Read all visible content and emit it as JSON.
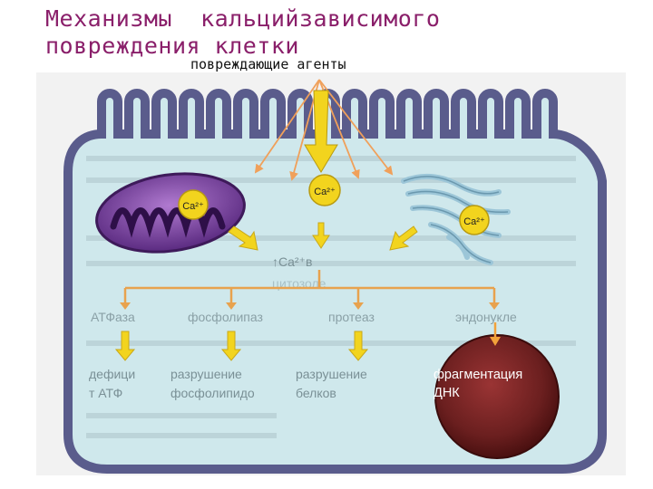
{
  "title": {
    "line1": "Механизмы  кальцийзависимого",
    "line2": "повреждения клетки"
  },
  "damaging_agents_label": "повреждающие агенты",
  "ions": [
    "Ca²⁺",
    "Ca²⁺",
    "Ca²⁺"
  ],
  "cytosol_label": "↑Ca²⁺в",
  "cytosol_label_line2": "цитозоле",
  "branches": [
    {
      "label": "АТФаза",
      "result_line1": "дефици",
      "result_line2": "т АТФ"
    },
    {
      "label": "фосфолипаз",
      "result_line1": "разрушение",
      "result_line2": "фосфолипидо"
    },
    {
      "label": "протеаз",
      "result_line1": "разрушение",
      "result_line2": "белков"
    },
    {
      "label": "эндонукле",
      "result_line1": "фрагментация",
      "result_line2": "ДНК"
    }
  ],
  "colors": {
    "title": "#8a1f6a",
    "cell_fill": "#cfe8ec",
    "cell_border": "#5a5c8c",
    "mito_outer": "#6a2c8c",
    "er": "#9cc6d8",
    "ion": "#f2d41e",
    "arrow_orange": "#f0a05a",
    "arrow_yellow": "#f2d41e",
    "tree": "#e8a24e",
    "nucleus": "#6b1f1f"
  }
}
